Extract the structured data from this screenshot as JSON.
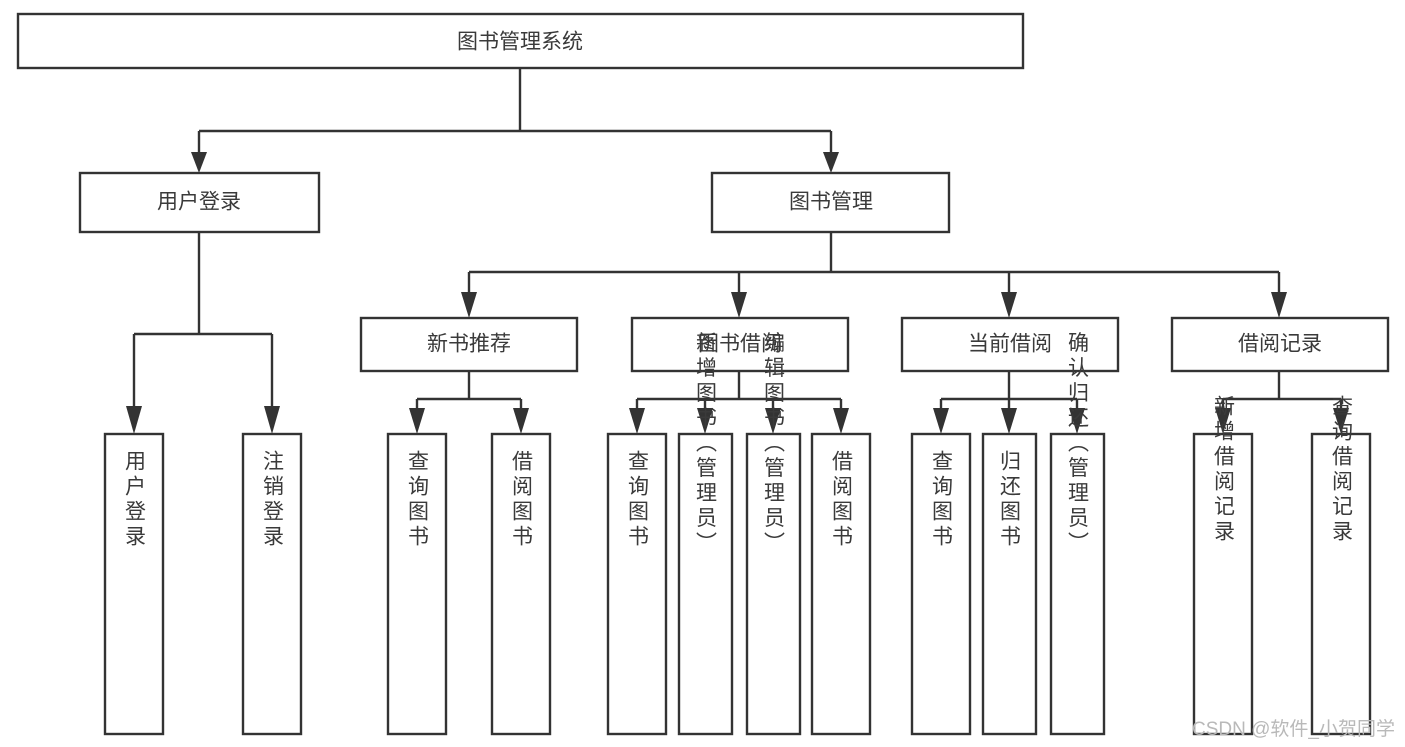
{
  "diagram": {
    "type": "hierarchy-tree",
    "title_node": {
      "label": "图书管理系统"
    },
    "level2": [
      {
        "id": "user-login",
        "label": "用户登录"
      },
      {
        "id": "book-management",
        "label": "图书管理"
      }
    ],
    "level3": [
      {
        "id": "new-book-recommend",
        "label": "新书推荐",
        "parent": "book-management"
      },
      {
        "id": "book-borrow",
        "label": "图书借阅",
        "parent": "book-management"
      },
      {
        "id": "current-borrow",
        "label": "当前借阅",
        "parent": "book-management"
      },
      {
        "id": "borrow-record",
        "label": "借阅记录",
        "parent": "book-management"
      }
    ],
    "leaves": {
      "user-login": [
        {
          "id": "leaf-user-login",
          "label": "用户登录"
        },
        {
          "id": "leaf-logout-login",
          "label": "注销登录"
        }
      ],
      "new-book-recommend": [
        {
          "id": "leaf-query-book-1",
          "label": "查询图书"
        },
        {
          "id": "leaf-borrow-book-1",
          "label": "借阅图书"
        }
      ],
      "book-borrow": [
        {
          "id": "leaf-query-book-2",
          "label": "查询图书"
        },
        {
          "id": "leaf-add-book-admin",
          "label": "新增图书（管理员）"
        },
        {
          "id": "leaf-edit-book-admin",
          "label": "编辑图书（管理员）"
        },
        {
          "id": "leaf-borrow-book-2",
          "label": "借阅图书"
        }
      ],
      "current-borrow": [
        {
          "id": "leaf-query-book-3",
          "label": "查询图书"
        },
        {
          "id": "leaf-return-book",
          "label": "归还图书"
        },
        {
          "id": "leaf-confirm-return-admin",
          "label": "确认归还（管理员）"
        }
      ],
      "borrow-record": [
        {
          "id": "leaf-add-borrow-record",
          "label": "新增借阅记录"
        },
        {
          "id": "leaf-query-borrow-record",
          "label": "查询借阅记录"
        }
      ]
    },
    "watermark": "CSDN @软件_小贺同学",
    "colors": {
      "stroke": "#333333",
      "box_fill": "#ffffff",
      "text": "#3a3a3a",
      "watermark": "#b9b9b9",
      "background": "#ffffff"
    }
  }
}
